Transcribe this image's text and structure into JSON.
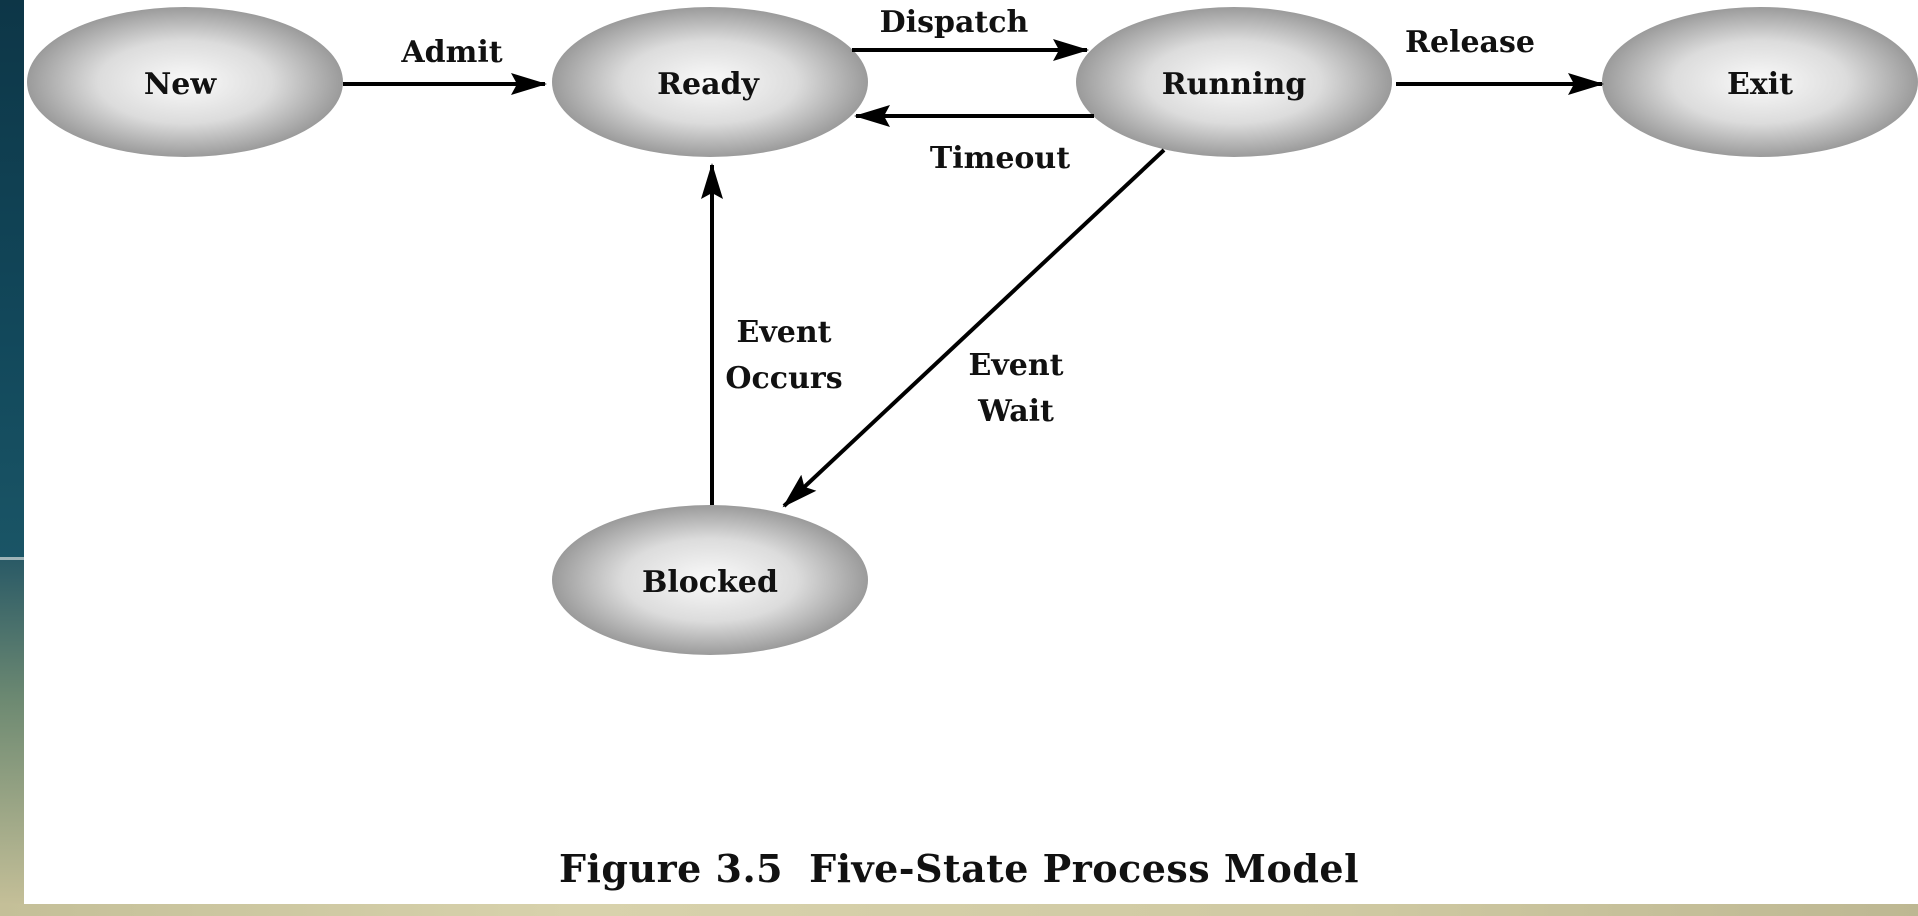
{
  "states": {
    "new": "New",
    "ready": "Ready",
    "running": "Running",
    "exit": "Exit",
    "blocked": "Blocked"
  },
  "transitions": {
    "admit": "Admit",
    "dispatch": "Dispatch",
    "timeout": "Timeout",
    "release": "Release",
    "event_occurs": [
      "Event",
      "Occurs"
    ],
    "event_wait": [
      "Event",
      "Wait"
    ]
  },
  "caption": {
    "number": "Figure 3.5",
    "title": "Five-State Process Model"
  },
  "colors": {
    "node_light": "#fafafa",
    "node_dark": "#8c8c8c",
    "arrow": "#000000",
    "text": "#111111",
    "strip_dark": "#0d3647",
    "strip_light": "#c9c29a"
  }
}
